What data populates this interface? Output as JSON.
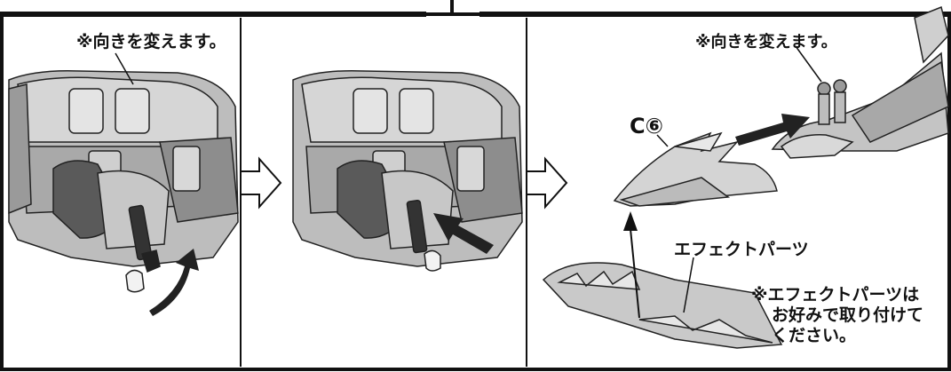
{
  "panel1": {
    "note": "※向きを変えます。"
  },
  "panel3": {
    "note": "※向きを変えます。",
    "part_id": "C⑥",
    "effect_label": "エフェクトパーツ",
    "optional_note": [
      "※エフェクトパーツは",
      "お好みで取り付けて",
      "ください。"
    ]
  }
}
